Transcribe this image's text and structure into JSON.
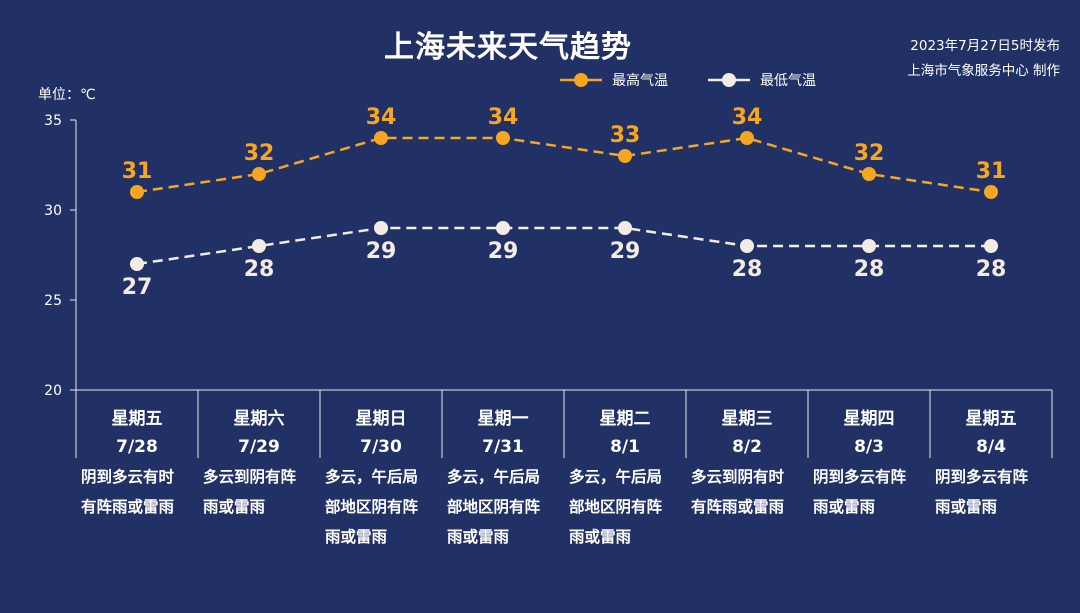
{
  "title": "上海未来天气趋势",
  "published": "2023年7月27日5时发布",
  "producer": "上海市气象服务中心 制作",
  "unit_label": "单位：℃",
  "colors": {
    "background": "#223165",
    "high": "#f5a623",
    "low": "#f3ece4",
    "axis": "#e8e8e8"
  },
  "days": [
    {
      "weekday": "星期五",
      "date": "7/28",
      "desc": [
        "阴到多云有时",
        "有阵雨或雷雨"
      ]
    },
    {
      "weekday": "星期六",
      "date": "7/29",
      "desc": [
        "多云到阴有阵",
        "雨或雷雨"
      ]
    },
    {
      "weekday": "星期日",
      "date": "7/30",
      "desc": [
        "多云，午后局",
        "部地区阴有阵",
        "雨或雷雨"
      ]
    },
    {
      "weekday": "星期一",
      "date": "7/31",
      "desc": [
        "多云，午后局",
        "部地区阴有阵",
        "雨或雷雨"
      ]
    },
    {
      "weekday": "星期二",
      "date": "8/1",
      "desc": [
        "多云，午后局",
        "部地区阴有阵",
        "雨或雷雨"
      ]
    },
    {
      "weekday": "星期三",
      "date": "8/2",
      "desc": [
        "多云到阴有时",
        "有阵雨或雷雨"
      ]
    },
    {
      "weekday": "星期四",
      "date": "8/3",
      "desc": [
        "阴到多云有阵",
        "雨或雷雨"
      ]
    },
    {
      "weekday": "星期五",
      "date": "8/4",
      "desc": [
        "阴到多云有阵",
        "雨或雷雨"
      ]
    }
  ],
  "chart_data": {
    "type": "line",
    "title": "上海未来天气趋势",
    "categories": [
      "7/28",
      "7/29",
      "7/30",
      "7/31",
      "8/1",
      "8/2",
      "8/3",
      "8/4"
    ],
    "series": [
      {
        "name": "最高气温",
        "values": [
          31,
          32,
          34,
          34,
          33,
          34,
          32,
          31
        ]
      },
      {
        "name": "最低气温",
        "values": [
          27,
          28,
          29,
          29,
          29,
          28,
          28,
          28
        ]
      }
    ],
    "ylim": [
      20,
      35
    ],
    "yticks": [
      20,
      25,
      30,
      35
    ],
    "ylabel": "单位：℃",
    "legend": "top",
    "grid": false
  }
}
